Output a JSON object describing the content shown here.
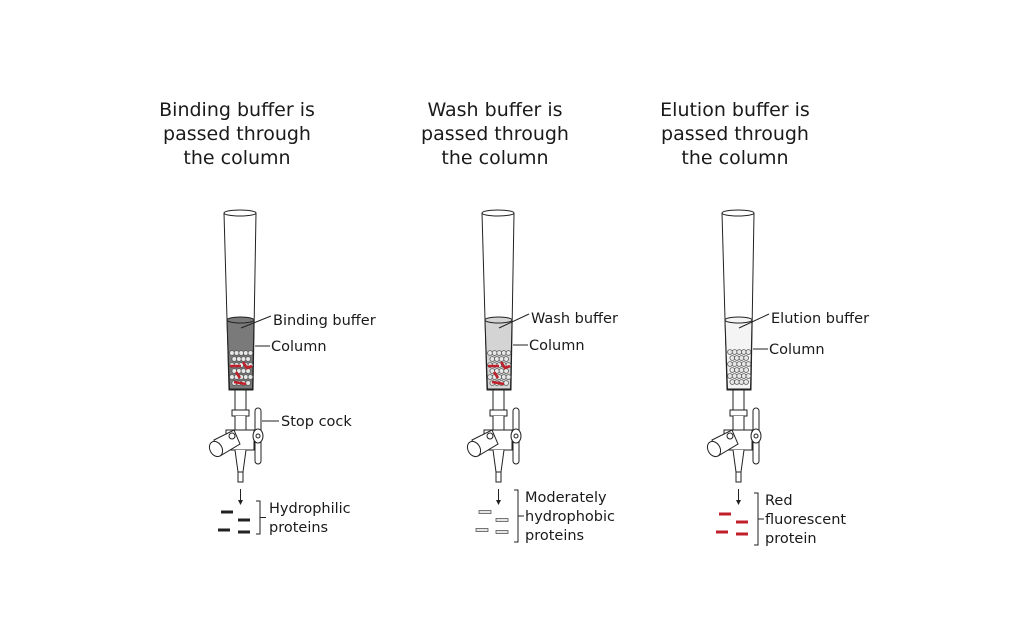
{
  "panels": [
    {
      "title": [
        "Binding buffer is",
        "passed through",
        "the column"
      ],
      "buffer_label": "Binding buffer",
      "column_label": "Column",
      "stopcock_label": "Stop cock",
      "output_label": [
        "Hydrophilic",
        "proteins"
      ],
      "buffer_color": "#7a7a7a",
      "protein_color": "#222222",
      "bound_protein_color": "#c0202a",
      "has_bound_protein": true
    },
    {
      "title": [
        "Wash buffer is",
        "passed through",
        "the column"
      ],
      "buffer_label": "Wash buffer",
      "column_label": "Column",
      "output_label": [
        "Moderately",
        "hydrophobic",
        "proteins"
      ],
      "buffer_color": "#d4d4d4",
      "protein_color": "#bdbdbd",
      "bound_protein_color": "#c0202a",
      "has_bound_protein": true
    },
    {
      "title": [
        "Elution buffer is",
        "passed through",
        "the column"
      ],
      "buffer_label": "Elution buffer",
      "column_label": "Column",
      "output_label": [
        "Red",
        "fluorescent",
        "protein"
      ],
      "buffer_color": "#f4f4f4",
      "protein_color": "#c0202a",
      "has_bound_protein": false
    }
  ]
}
